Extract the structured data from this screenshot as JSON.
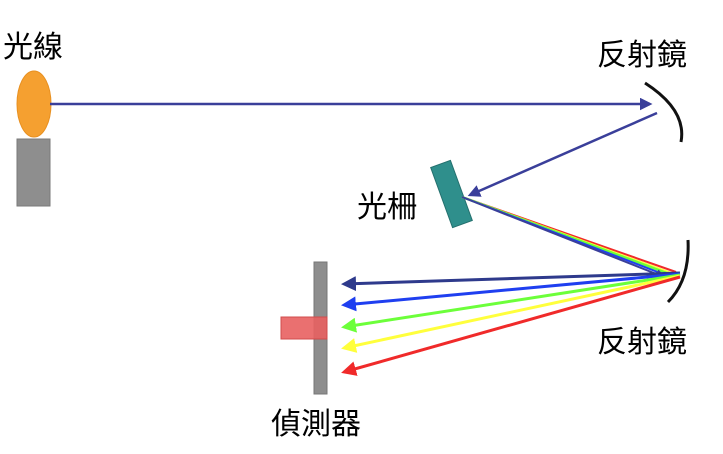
{
  "labels": {
    "light_source": "光線",
    "mirror_top": "反射鏡",
    "grating": "光柵",
    "mirror_bottom": "反射鏡",
    "detector": "偵測器"
  },
  "colors": {
    "source_flame": "#f5a030",
    "source_base": "#8e8e8e",
    "grating": "#2f8f8c",
    "detector_bar": "#8e8e8e",
    "detector_slit": "#e86060",
    "beam": "#3a3f9a",
    "mirror": "#111111"
  },
  "spectrum_colors": [
    "#2e3a8c",
    "#1f3ff0",
    "#6cff3a",
    "#ffff3c",
    "#f02a2a"
  ]
}
